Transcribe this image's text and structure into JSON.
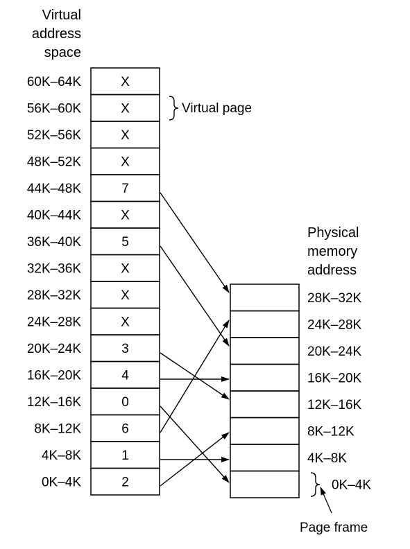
{
  "virtual": {
    "heading": [
      "Virtual",
      "address",
      "space"
    ],
    "pages": [
      {
        "range": "60K–64K",
        "value": "X"
      },
      {
        "range": "56K–60K",
        "value": "X"
      },
      {
        "range": "52K–56K",
        "value": "X"
      },
      {
        "range": "48K–52K",
        "value": "X"
      },
      {
        "range": "44K–48K",
        "value": "7"
      },
      {
        "range": "40K–44K",
        "value": "X"
      },
      {
        "range": "36K–40K",
        "value": "5"
      },
      {
        "range": "32K–36K",
        "value": "X"
      },
      {
        "range": "28K–32K",
        "value": "X"
      },
      {
        "range": "24K–28K",
        "value": "X"
      },
      {
        "range": "20K–24K",
        "value": "3"
      },
      {
        "range": "16K–20K",
        "value": "4"
      },
      {
        "range": "12K–16K",
        "value": "0"
      },
      {
        "range": "8K–12K",
        "value": "6"
      },
      {
        "range": "4K–8K",
        "value": "1"
      },
      {
        "range": "0K–4K",
        "value": "2"
      }
    ],
    "page_label": "Virtual page"
  },
  "physical": {
    "heading": [
      "Physical",
      "memory",
      "address"
    ],
    "frames": [
      {
        "range": "28K–32K"
      },
      {
        "range": "24K–28K"
      },
      {
        "range": "20K–24K"
      },
      {
        "range": "16K–20K"
      },
      {
        "range": "12K–16K"
      },
      {
        "range": "8K–12K"
      },
      {
        "range": "4K–8K"
      },
      {
        "range": "0K–4K"
      }
    ],
    "frame_label": "Page frame"
  },
  "colors": {
    "stroke": "#000000",
    "text": "#000000",
    "background": "#ffffff"
  }
}
